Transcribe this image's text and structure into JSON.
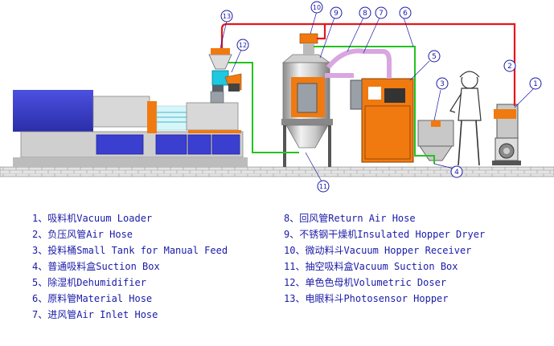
{
  "legend": {
    "left": [
      "1、吸料机Vacuum Loader",
      "2、负压风管Air Hose",
      "3、投料桶Small Tank for Manual Feed",
      "4、普通吸料盒Suction Box",
      "5、除湿机Dehumidifier",
      "6、原料管Material Hose",
      "7、进风管Air Inlet Hose"
    ],
    "right": [
      "8、回风管Return Air Hose",
      "9、不锈钢干燥机Insulated Hopper Dryer",
      "10、微动料斗Vacuum Hopper Receiver",
      "11、抽空吸料盒Vacuum Suction Box",
      "12、单色色母机Volumetric Doser",
      "13、电眼料斗Photosensor Hopper"
    ]
  },
  "callouts": {
    "c1": "1",
    "c2": "2",
    "c3": "3",
    "c4": "4",
    "c5": "5",
    "c6": "6",
    "c7": "7",
    "c8": "8",
    "c9": "9",
    "c10": "10",
    "c11": "11",
    "c12": "12",
    "c13": "13"
  },
  "colors": {
    "air_hose": "#e8141c",
    "material_hose": "#22c41e",
    "inlet_hose": "#d9a6e0",
    "machine_blue": "#3b3fd0",
    "equipment_orange": "#f07a10",
    "legend_text": "#1a1aa8"
  }
}
